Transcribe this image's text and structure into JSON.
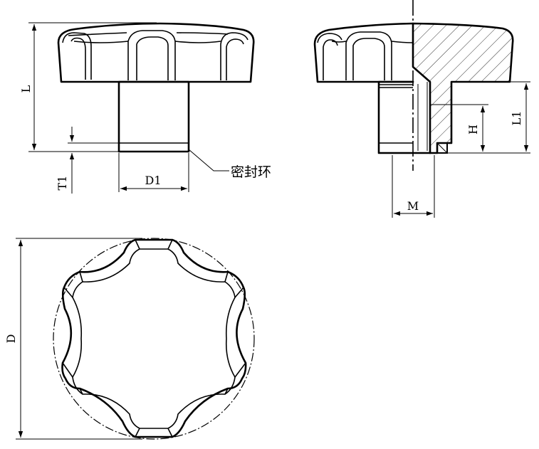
{
  "labels": {
    "L": "L",
    "T1": "T1",
    "D1": "D1",
    "seal": "密封环",
    "H": "H",
    "L1": "L1",
    "M": "M",
    "D": "D"
  }
}
